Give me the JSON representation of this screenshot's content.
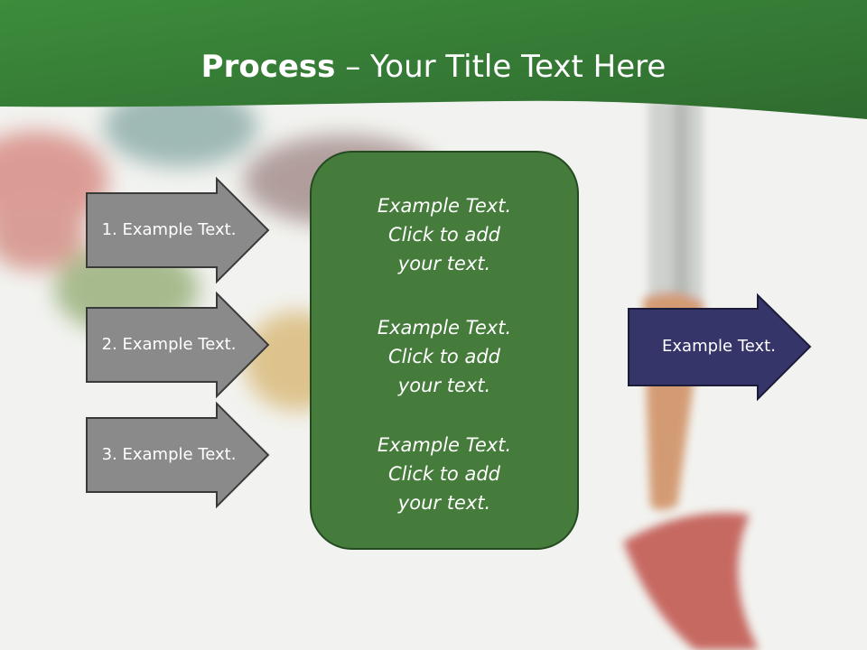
{
  "title": {
    "bold_part": "Process",
    "separator": " – ",
    "rest": "Your Title Text Here"
  },
  "left_arrows": [
    {
      "label": "1. Example Text."
    },
    {
      "label": "2. Example Text."
    },
    {
      "label": "3. Example Text."
    }
  ],
  "center_box": {
    "blocks": [
      {
        "lines": [
          "Example Text.",
          "Click  to add",
          "your text."
        ]
      },
      {
        "lines": [
          "Example Text.",
          "Click  to add",
          "your text."
        ]
      },
      {
        "lines": [
          "Example Text.",
          "Click  to add",
          "your text."
        ]
      }
    ]
  },
  "right_arrow": {
    "label": "Example Text."
  },
  "colors": {
    "header_green": "#3f8a3f",
    "box_green": "#457c3c",
    "arrow_gray": "#8a8a8a",
    "arrow_navy": "#35356a"
  }
}
